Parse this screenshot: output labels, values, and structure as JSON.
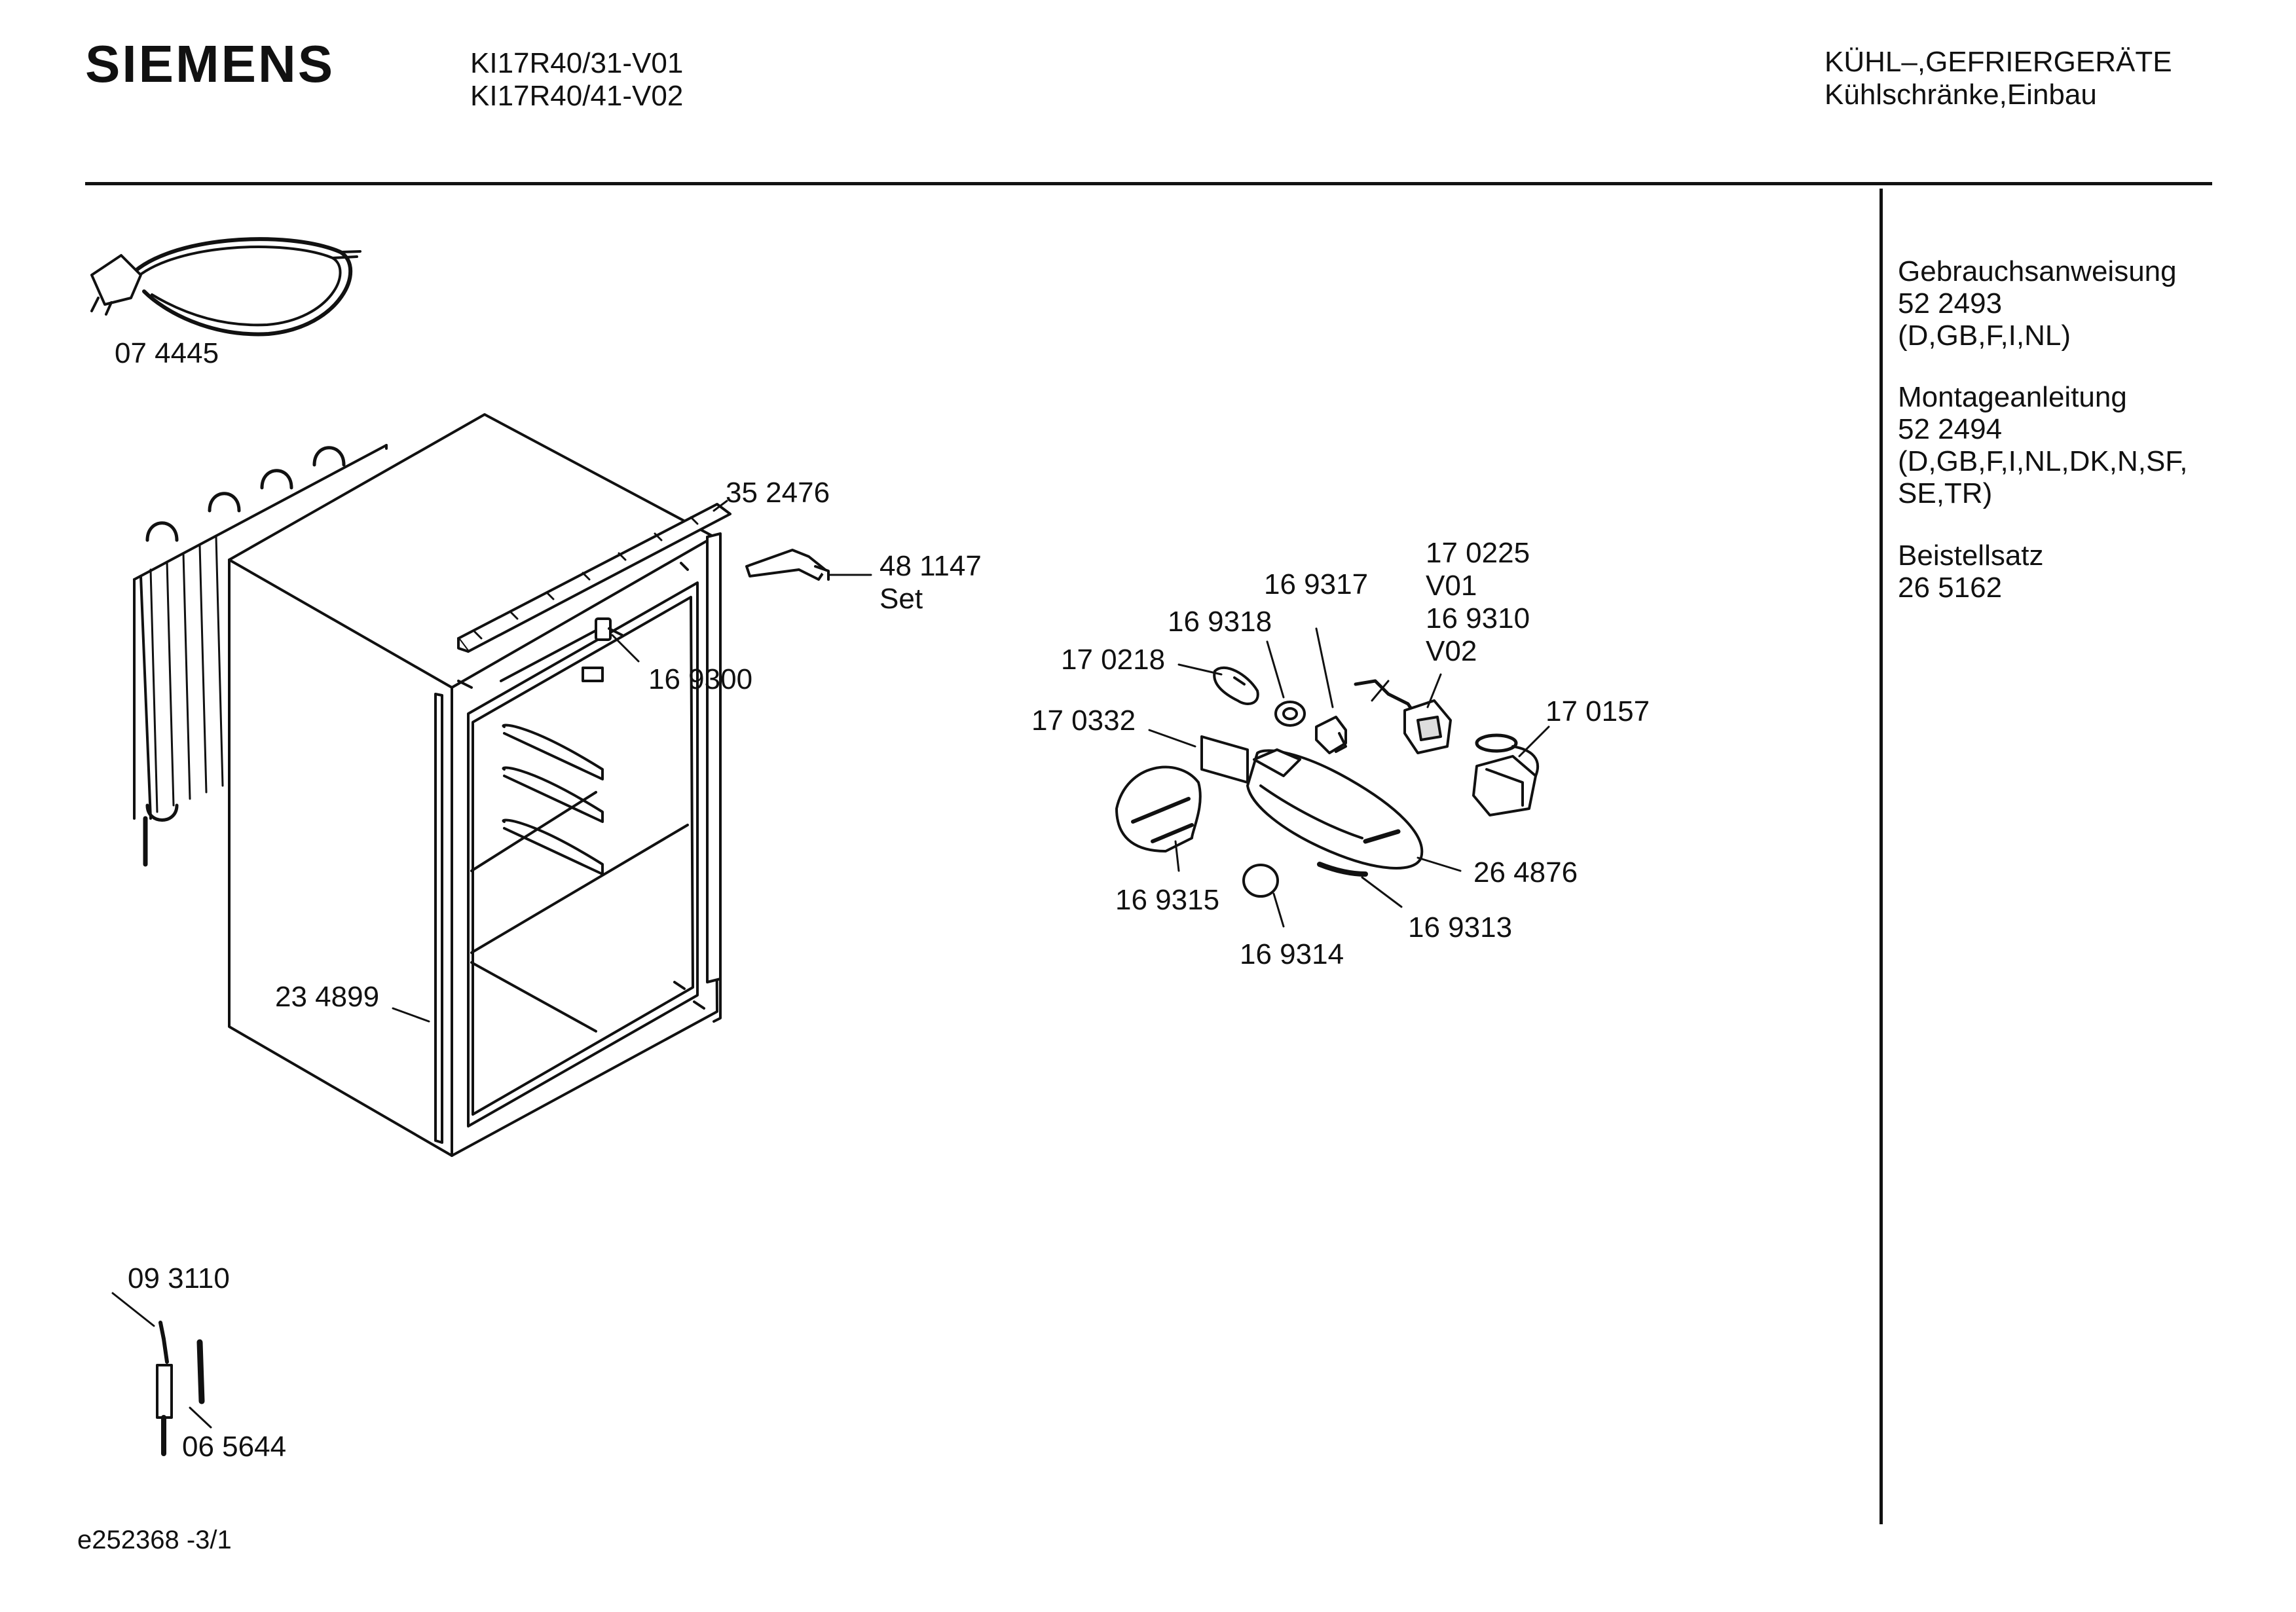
{
  "header": {
    "brand": "SIEMENS",
    "models": [
      "KI17R40/31-V01",
      "KI17R40/41-V02"
    ],
    "category": [
      "KÜHL–,GEFRIERGERÄTE",
      "Kühlschränke,Einbau"
    ]
  },
  "sidebar": {
    "groups": [
      {
        "title": "Gebrauchsanweisung",
        "number": "52 2493",
        "note": "(D,GB,F,I,NL)"
      },
      {
        "title": "Montageanleitung",
        "number": "52 2494",
        "note": "(D,GB,F,I,NL,DK,N,SF,",
        "note2": "SE,TR)"
      },
      {
        "title": "Beistellsatz",
        "number": "26 5162"
      }
    ]
  },
  "parts": {
    "p074445": "07 4445",
    "p352476": "35 2476",
    "p481147": "48 1147",
    "p481147_sub": "Set",
    "p169300": "16 9300",
    "p234899": "23 4899",
    "p093110": "09 3110",
    "p065644": "06 5644",
    "p170225": "17 0225",
    "p170225_sub": "V01",
    "p169310": "16 9310",
    "p169310_sub": "V02",
    "p169317": "16 9317",
    "p169318": "16 9318",
    "p170218": "17 0218",
    "p170332": "17 0332",
    "p170157": "17 0157",
    "p264876": "26 4876",
    "p169315": "16 9315",
    "p169313": "16 9313",
    "p169314": "16 9314"
  },
  "footer": {
    "code": "e252368 -3/1"
  }
}
